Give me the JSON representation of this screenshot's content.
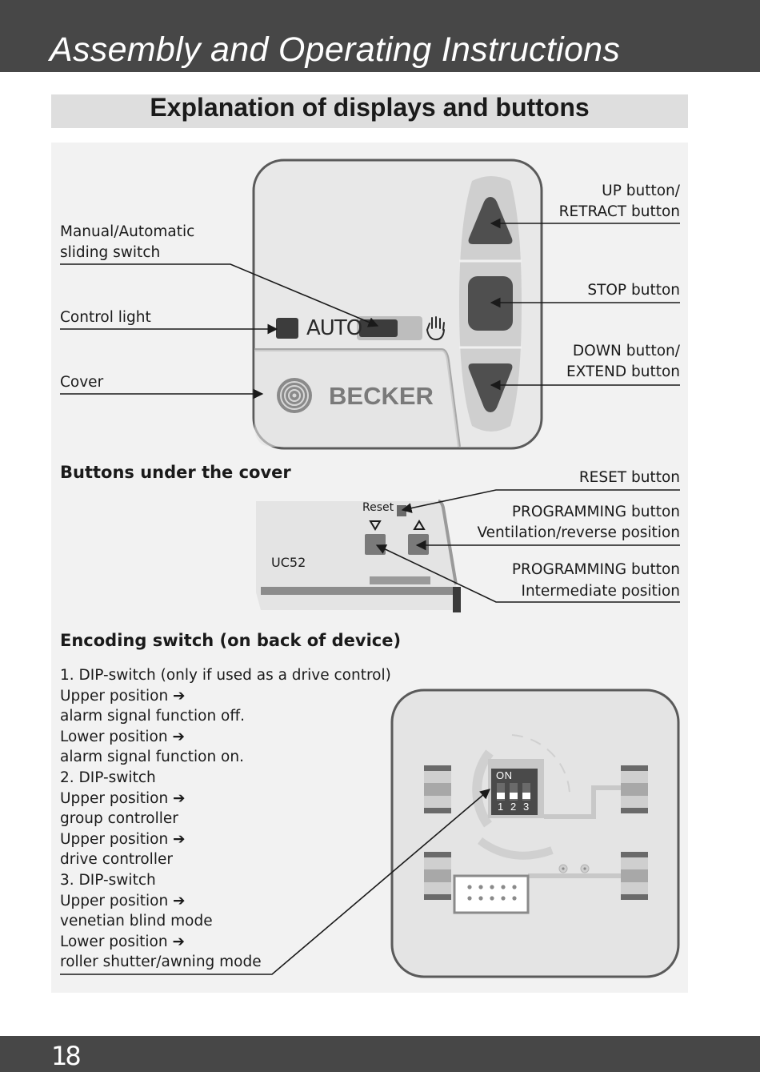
{
  "header": {
    "title": "Assembly and Operating Instructions"
  },
  "section": {
    "title": "Explanation of displays and buttons"
  },
  "device": {
    "auto_label": "AUTO",
    "brand": "BECKER",
    "left_labels": {
      "manual_switch_line1": "Manual/Automatic",
      "manual_switch_line2": "sliding switch",
      "control_light": "Control light",
      "cover": "Cover"
    },
    "right_labels": {
      "up_line1": "UP button/",
      "up_line2": "RETRACT button",
      "stop": "STOP button",
      "down_line1": "DOWN button/",
      "down_line2": "EXTEND button"
    }
  },
  "cover_section": {
    "heading": "Buttons under the cover",
    "reset_small": "Reset",
    "model": "UC52",
    "reset_label": "RESET button",
    "prog1_line1": "PROGRAMMING button",
    "prog1_line2": "Ventilation/reverse position",
    "prog2_line1": "PROGRAMMING button",
    "prog2_line2": "Intermediate position"
  },
  "encoding_section": {
    "heading": "Encoding switch (on back of device)",
    "lines": [
      "1. DIP-switch (only if used as a drive control)",
      "Upper position ➔",
      "alarm signal function off.",
      "Lower position ➔",
      "alarm signal function on.",
      "2. DIP-switch",
      "Upper position ➔",
      "group controller",
      "Upper position ➔",
      "drive controller",
      "3. DIP-switch",
      "Upper position ➔",
      "venetian blind mode",
      "Lower position ➔",
      "roller shutter/awning mode"
    ],
    "dip_on": "ON",
    "dip_numbers": [
      "1",
      "2",
      "3"
    ]
  },
  "footer": {
    "page_number": "18"
  }
}
